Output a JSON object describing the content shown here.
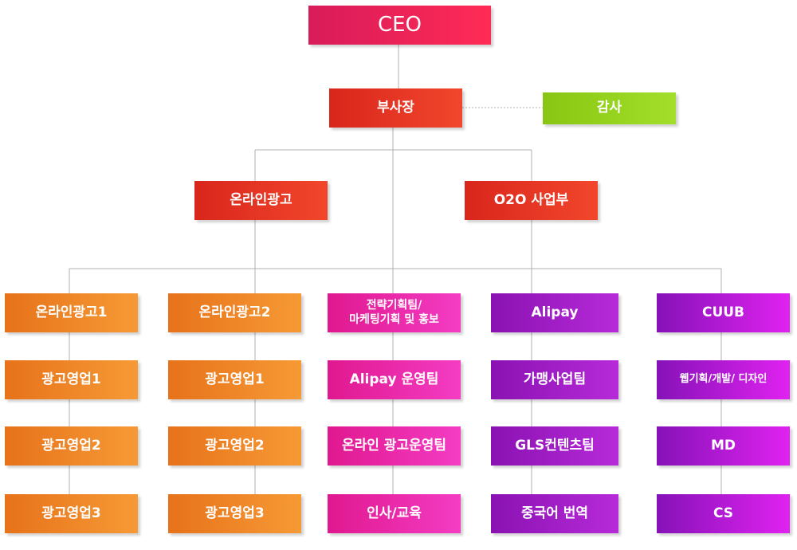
{
  "org": {
    "ceo": "CEO",
    "vice_president": "부사장",
    "audit": "감사",
    "divisions": {
      "online_ad": "온라인광고",
      "o2o": "O2O 사업부"
    },
    "columns": [
      {
        "head": "온라인광고1",
        "items": [
          "광고영업1",
          "광고영업2",
          "광고영업3"
        ]
      },
      {
        "head": "온라인광고2",
        "items": [
          "광고영업1",
          "광고영업2",
          "광고영업3"
        ]
      },
      {
        "head_line1": "전략기획팀/",
        "head_line2": "마케팅기획 및 홍보",
        "items": [
          "Alipay 운영팀",
          "온라인 광고운영팀",
          "인사/교육"
        ]
      },
      {
        "head": "Alipay",
        "items": [
          "가맹사업팀",
          "GLS컨텐츠팀",
          "중국어 번역"
        ]
      },
      {
        "head": "CUUB",
        "items": [
          "웹기획/개발/ 디자인",
          "MD",
          "CS"
        ]
      }
    ]
  },
  "colors": {
    "ceo": "#e91e5e",
    "red": "#e8361f",
    "green": "#96d41e",
    "orange": "#f08427",
    "pink": "#ea2aa8",
    "purple": "#a11ec6",
    "violet": "#c21ad8",
    "connector": "#aaaaaa"
  }
}
